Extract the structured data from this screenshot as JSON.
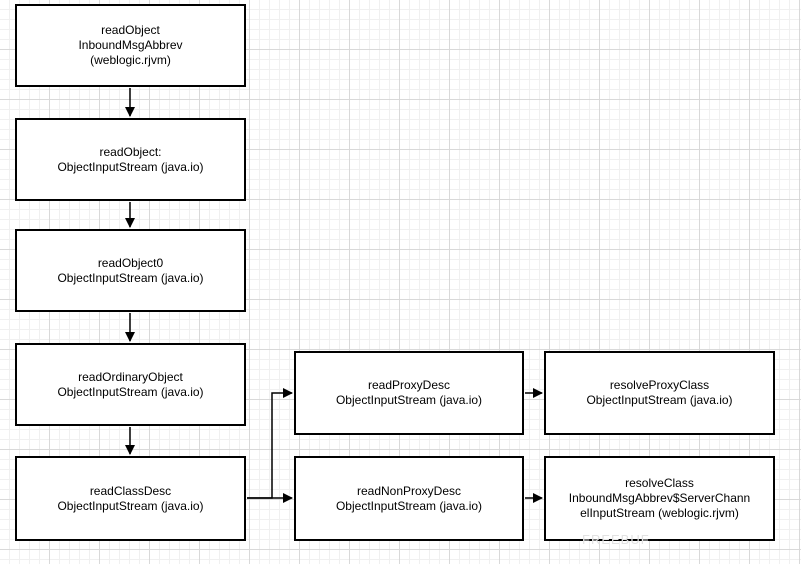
{
  "diagram": {
    "nodes": [
      {
        "id": "n1",
        "text": "readObject\nInboundMsgAbbrev\n(weblogic.rjvm)"
      },
      {
        "id": "n2",
        "text": "readObject:\nObjectInputStream (java.io)"
      },
      {
        "id": "n3",
        "text": "readObject0\nObjectInputStream (java.io)"
      },
      {
        "id": "n4",
        "text": "readOrdinaryObject\nObjectInputStream (java.io)"
      },
      {
        "id": "n5",
        "text": "readClassDesc\nObjectInputStream (java.io)"
      },
      {
        "id": "n6",
        "text": "readProxyDesc\nObjectInputStream (java.io)"
      },
      {
        "id": "n7",
        "text": "readNonProxyDesc\nObjectInputStream (java.io)"
      },
      {
        "id": "n8",
        "text": "resolveProxyClass\nObjectInputStream (java.io)"
      },
      {
        "id": "n9",
        "text": "resolveClass\nInboundMsgAbbrev$ServerChann\nelInputStream (weblogic.rjvm)"
      }
    ],
    "edges": [
      {
        "from": "n1",
        "to": "n2"
      },
      {
        "from": "n2",
        "to": "n3"
      },
      {
        "from": "n3",
        "to": "n4"
      },
      {
        "from": "n4",
        "to": "n5"
      },
      {
        "from": "n5",
        "to": "n6"
      },
      {
        "from": "n5",
        "to": "n7"
      },
      {
        "from": "n6",
        "to": "n8"
      },
      {
        "from": "n7",
        "to": "n9"
      }
    ],
    "stroke_color": "#000000",
    "grid_color": "#d9d9d9"
  },
  "watermark": {
    "text": "FREEBUF"
  }
}
